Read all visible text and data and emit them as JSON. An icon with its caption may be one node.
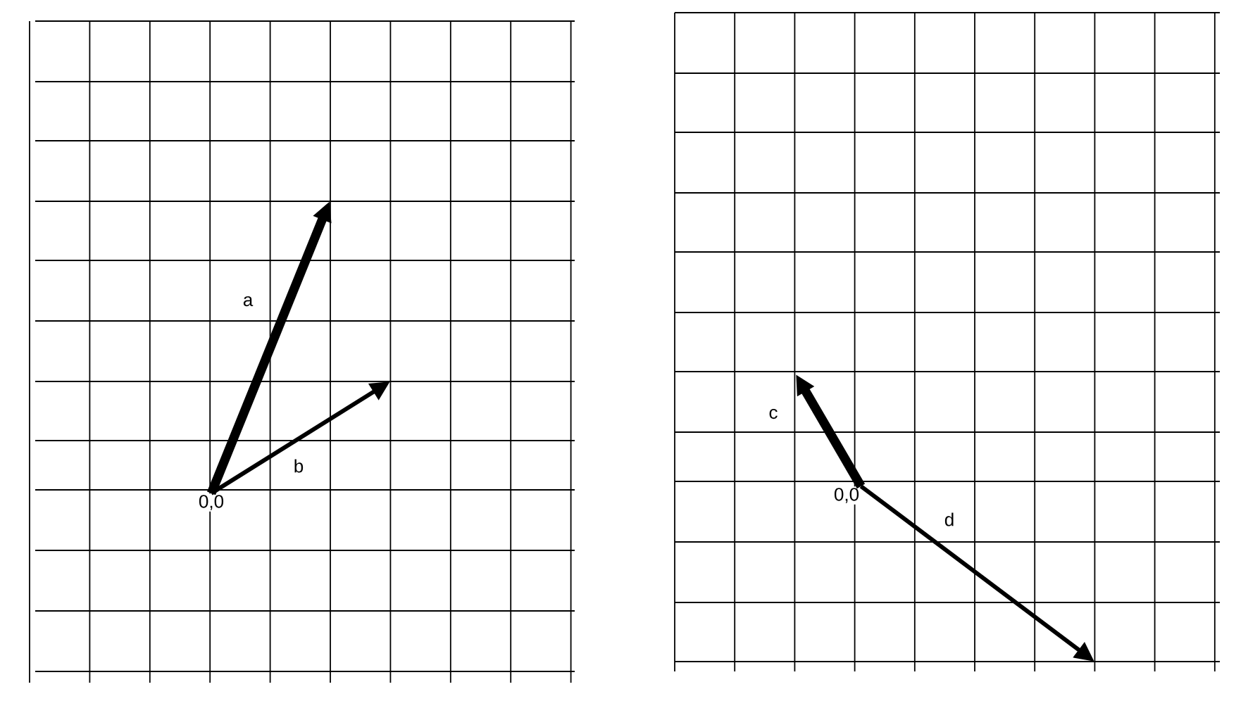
{
  "diagram": {
    "nodes": [
      {
        "text": [
          "0,0"
        ]
      },
      {
        "text": [
          "0,0"
        ]
      }
    ],
    "edges": [
      {
        "from": 0,
        "to": null,
        "arrow": "to",
        "label": "a",
        "style": "thick"
      },
      {
        "from": 0,
        "to": null,
        "arrow": "to",
        "label": "b"
      },
      {
        "from": 1,
        "to": null,
        "arrow": "to",
        "label": "c",
        "style": "thick"
      },
      {
        "from": 1,
        "to": null,
        "arrow": "to",
        "label": "d"
      }
    ]
  }
}
